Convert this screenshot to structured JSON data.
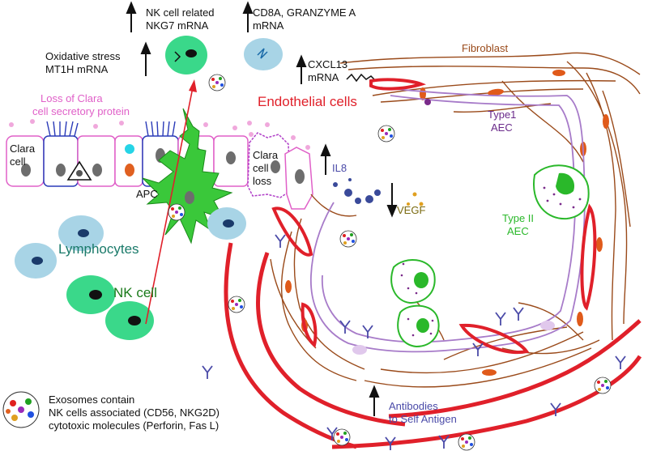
{
  "labels": {
    "nk_related": "NK cell related",
    "nkg7": "NKG7 mRNA",
    "cd8a": "CD8A, GRANZYME A",
    "cd8a_mrna": "mRNA",
    "oxidative": "Oxidative stress",
    "mt1h": "MT1H mRNA",
    "cxcl13": "CXCL13",
    "cxcl13_mrna": "mRNA",
    "fibroblast": "Fibroblast",
    "loss_clara_1": "Loss of Clara",
    "loss_clara_2": "cell secretory protein",
    "endothelial": "Endothelial cells",
    "type1_1": "Type1",
    "type1_2": "AEC",
    "clara_cell_1": "Clara",
    "clara_cell_2": "cell",
    "clara_loss_1": "Clara",
    "clara_loss_2": "cell",
    "clara_loss_3": "loss",
    "il8": "IL8",
    "vegf": "VEGF",
    "apc": "APC",
    "type2_1": "Type II",
    "type2_2": "AEC",
    "lymphocytes": "Lymphocytes",
    "nk_cell": "NK cell",
    "antibodies_1": "Antibodies",
    "antibodies_2": "to Self Antigen",
    "exo_1": "Exosomes contain",
    "exo_2": "NK cells associated (CD56, NKG2D)",
    "exo_3": "cytotoxic molecules (Perforin, Fas L)"
  },
  "colors": {
    "endothelial": "#e0202a",
    "fibroblast": "#9a4a1a",
    "type1_membrane": "#a77bc9",
    "type2": "#2ab82a",
    "clara_border": "#e060c8",
    "nk_cell": "#3ad88a",
    "lymphocyte": "#a8d4e6",
    "apc": "#3ac83a",
    "antibody": "#4a4aa8"
  }
}
